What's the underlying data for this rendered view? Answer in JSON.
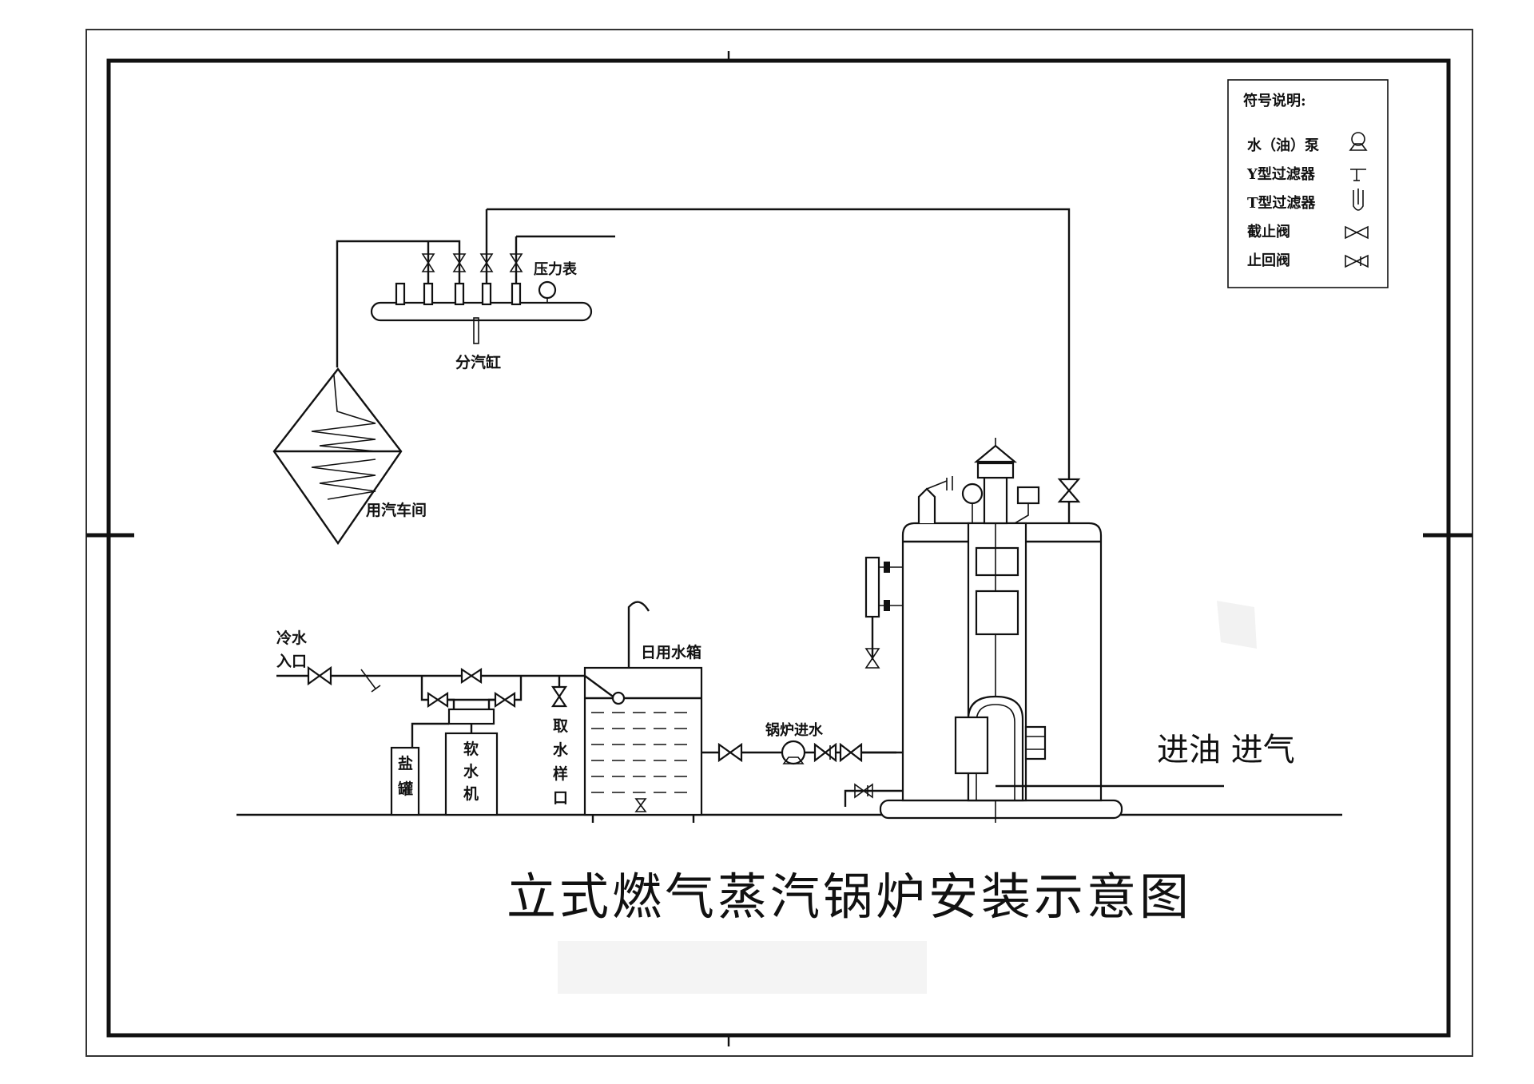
{
  "title": "立式燃气蒸汽锅炉安装示意图",
  "legend": {
    "heading": "符号说明:",
    "items": [
      {
        "label": "水（油）泵",
        "icon": "pump-icon"
      },
      {
        "label": "Y型过滤器",
        "icon": "y-filter-icon"
      },
      {
        "label": "T型过滤器",
        "icon": "t-filter-icon"
      },
      {
        "label": "截止阀",
        "icon": "globe-valve-icon"
      },
      {
        "label": "止回阀",
        "icon": "check-valve-icon"
      }
    ]
  },
  "labels": {
    "pressure_gauge": "压力表",
    "steam_header": "分汽缸",
    "steam_workshop": "用汽车间",
    "cold_water_1": "冷水",
    "cold_water_2": "入口",
    "daily_tank": "日用水箱",
    "salt_tank": [
      "盐",
      "罐"
    ],
    "softener": [
      "软",
      "水",
      "机"
    ],
    "sample_port": [
      "取",
      "水",
      "样",
      "口"
    ],
    "boiler_feed": "锅炉进水",
    "fuel_gas_inlet": "进油  进气"
  }
}
